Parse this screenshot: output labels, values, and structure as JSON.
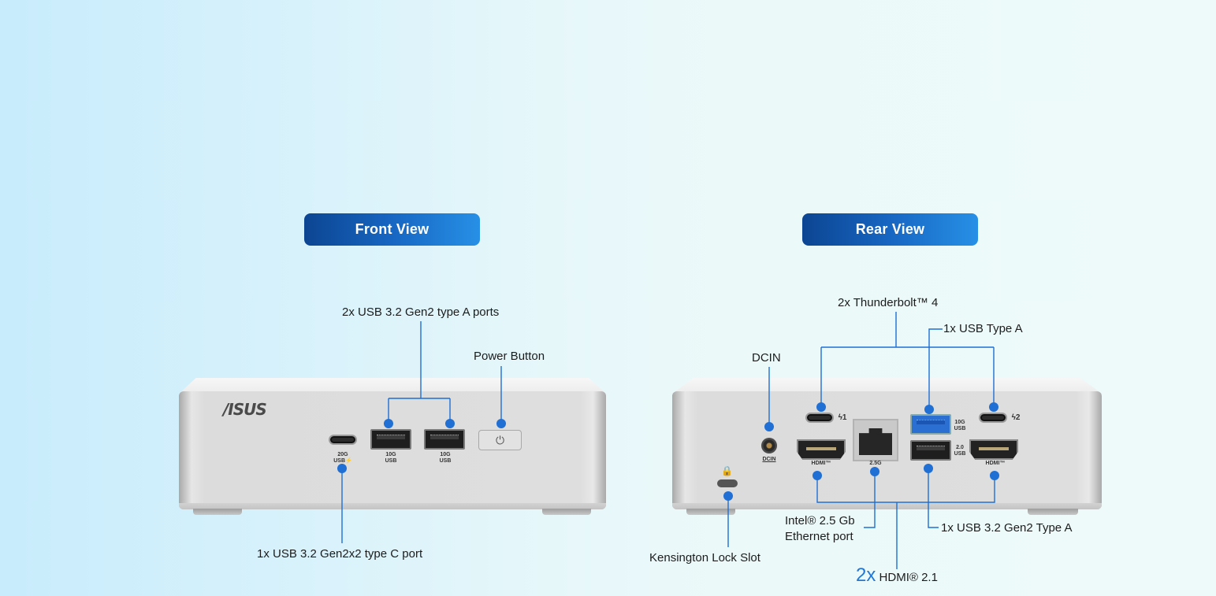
{
  "accent_color": "#1f6fd4",
  "views": {
    "front": {
      "title": "Front View",
      "brand_logo": "/ISUS",
      "callouts": {
        "usb_a": "2x USB 3.2 Gen2 type A ports",
        "power": "Power Button",
        "usb_c": "1x USB 3.2 Gen2x2 type C port"
      },
      "port_markings": {
        "usb_c_speed": "20G",
        "usb_c_label": "USB⚡",
        "usb_a1_speed": "10G",
        "usb_a1_label": "USB",
        "usb_a2_speed": "10G",
        "usb_a2_label": "USB"
      },
      "power_icon": "power-icon"
    },
    "rear": {
      "title": "Rear View",
      "callouts": {
        "thunderbolt": "2x Thunderbolt™ 4",
        "usb_type_a": "1x  USB Type A",
        "dcin": "DCIN",
        "ethernet_line1": "Intel® 2.5 Gb",
        "ethernet_line2": "Ethernet port",
        "usb_gen2": "1x USB 3.2 Gen2 Type A",
        "kensington": "Kensington Lock Slot",
        "hdmi_count": "2x",
        "hdmi_label": "HDMI® 2.1"
      },
      "port_markings": {
        "dcin": "DCIN",
        "tb1": "ϟ1",
        "tb2": "ϟ2",
        "usb_10g_speed": "10G",
        "usb_10g_label": "USB",
        "usb_20_speed": "2.0",
        "usb_20_label": "USB",
        "ethernet": "2.5G",
        "hdmi1": "HDMI™",
        "hdmi2": "HDMI™",
        "lock": "🔒"
      }
    }
  }
}
